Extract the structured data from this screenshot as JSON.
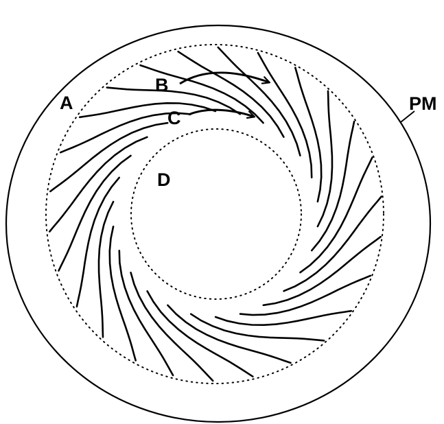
{
  "labels": {
    "a": "A",
    "b": "B",
    "c": "C",
    "d": "D",
    "pm": "PM"
  },
  "colors": {
    "stroke": "#000000",
    "background": "#ffffff"
  }
}
